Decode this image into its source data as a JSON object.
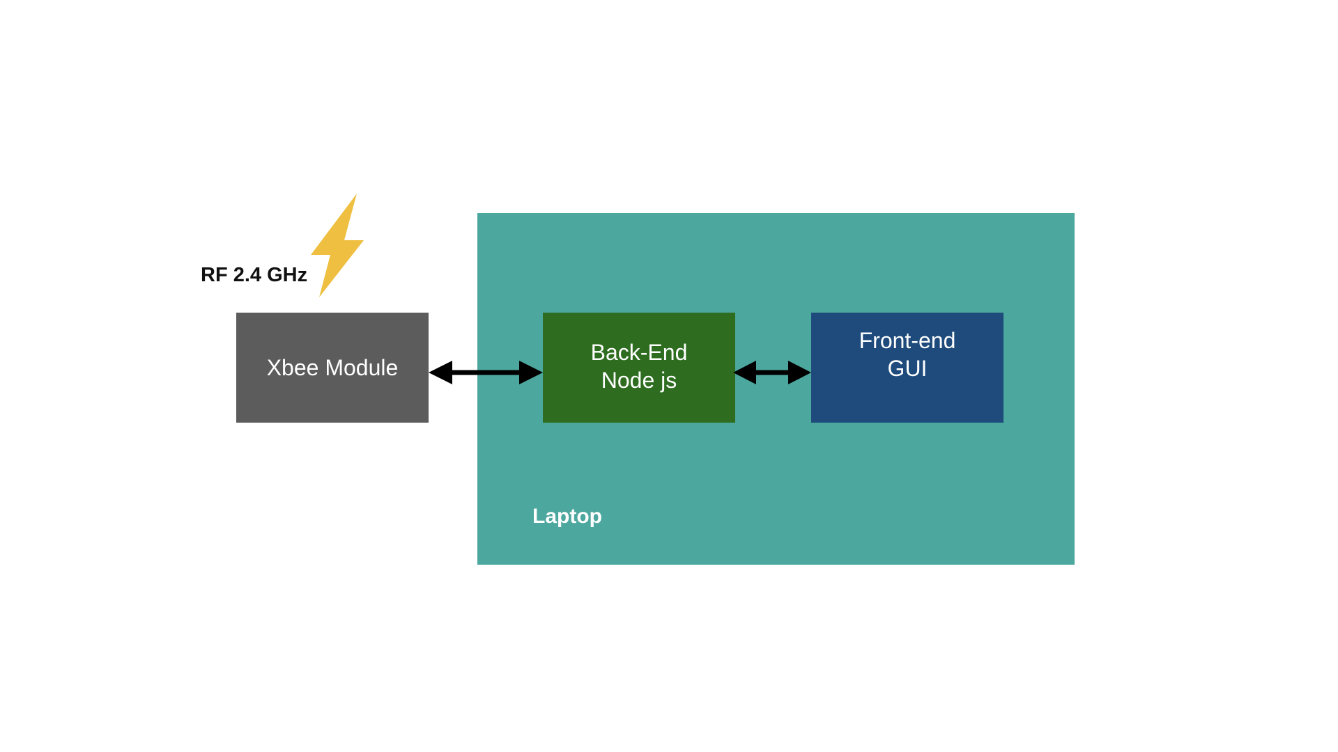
{
  "colors": {
    "laptop": "#4ca79e",
    "xbee": "#5c5c5c",
    "backend": "#2e6d20",
    "frontend": "#1e4b7c",
    "bolt": "#eebf40",
    "arrow": "#000000"
  },
  "laptop": {
    "label": "Laptop"
  },
  "rf": {
    "label": "RF 2.4 GHz",
    "icon": "lightning-bolt-icon"
  },
  "xbee": {
    "label": "Xbee Module"
  },
  "backend": {
    "line1": "Back-End",
    "line2": "Node js"
  },
  "frontend": {
    "line1": "Front-end",
    "line2": "GUI"
  },
  "connections": [
    {
      "from": "xbee",
      "to": "backend",
      "type": "bidirectional"
    },
    {
      "from": "backend",
      "to": "frontend",
      "type": "bidirectional"
    }
  ]
}
